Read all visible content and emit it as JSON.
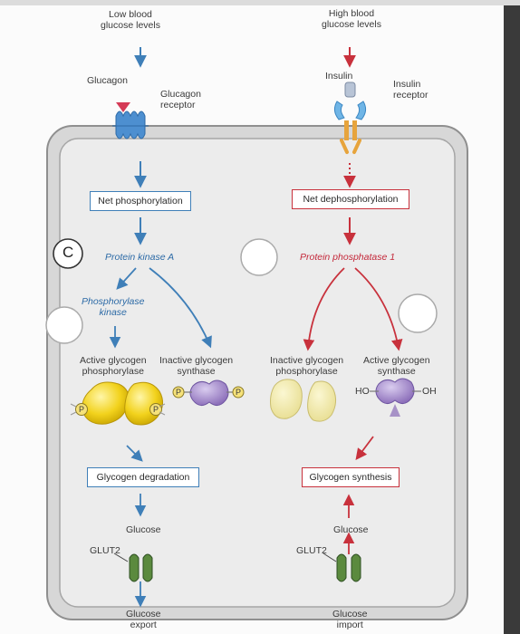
{
  "left": {
    "title": "Low blood\nglucose levels",
    "glucagon": "Glucagon",
    "glucagon_receptor": "Glucagon\nreceptor",
    "net_phosphorylation": "Net phosphorylation",
    "protein_kinase_a": "Protein kinase A",
    "phosphorylase_kinase": "Phosphorylase\nkinase",
    "active_glycogen_phosphorylase": "Active glycogen\nphosphorylase",
    "inactive_glycogen_synthase": "Inactive glycogen\nsynthase",
    "glycogen_degradation": "Glycogen degradation",
    "glucose": "Glucose",
    "glut2": "GLUT2",
    "glucose_export": "Glucose\nexport",
    "p_label": "P"
  },
  "right": {
    "title": "High blood\nglucose levels",
    "insulin": "Insulin",
    "insulin_receptor": "Insulin\nreceptor",
    "net_dephosphorylation": "Net dephosphorylation",
    "protein_phosphatase_1": "Protein phosphatase 1",
    "inactive_glycogen_phosphorylase": "Inactive glycogen\nphosphorylase",
    "active_glycogen_synthase": "Active glycogen\nsynthase",
    "ho": "HO",
    "oh": "OH",
    "glycogen_synthesis": "Glycogen synthesis",
    "glucose": "Glucose",
    "glut2": "GLUT2",
    "glucose_import": "Glucose\nimport"
  },
  "annotation": {
    "handwritten_letter": "C"
  },
  "colors": {
    "cell_border": "#9a9a9a",
    "cell_bg": "#ececec",
    "blue": "#3f7fb8",
    "red": "#c8313c",
    "yellow": "#f2d21c",
    "purple": "#9b7fc2",
    "green": "#3e6b3a"
  }
}
